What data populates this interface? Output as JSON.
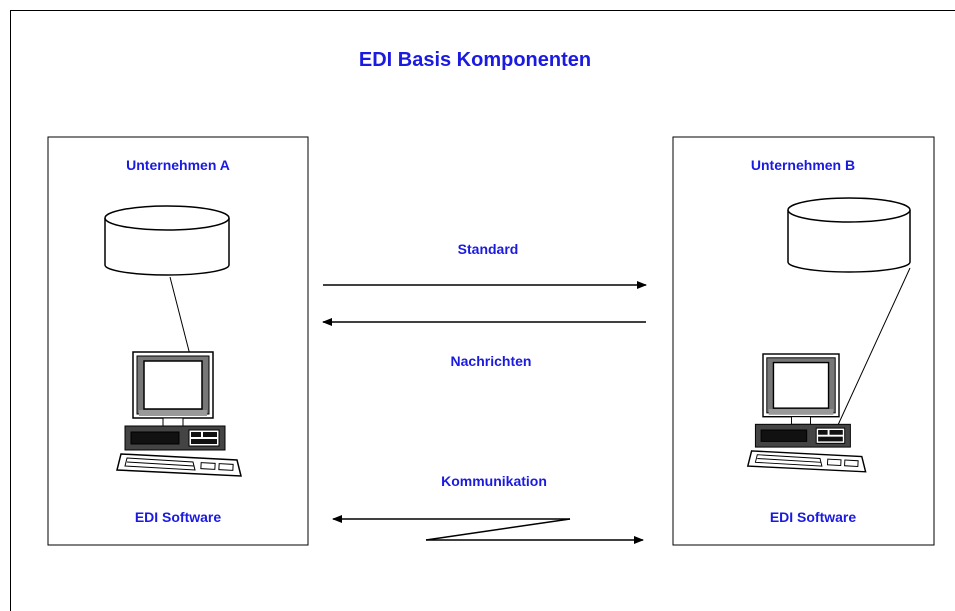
{
  "title": "EDI Basis Komponenten",
  "company_a": {
    "name": "Unternehmen A",
    "software": "EDI Software"
  },
  "company_b": {
    "name": "Unternehmen B",
    "software": "EDI Software"
  },
  "flows": {
    "standard": "Standard",
    "messages": "Nachrichten",
    "communication": "Kommunikation"
  },
  "colors": {
    "label": "#1a1ae0",
    "line": "#000000",
    "screen": "#e8e8e8",
    "case": "#444444"
  }
}
